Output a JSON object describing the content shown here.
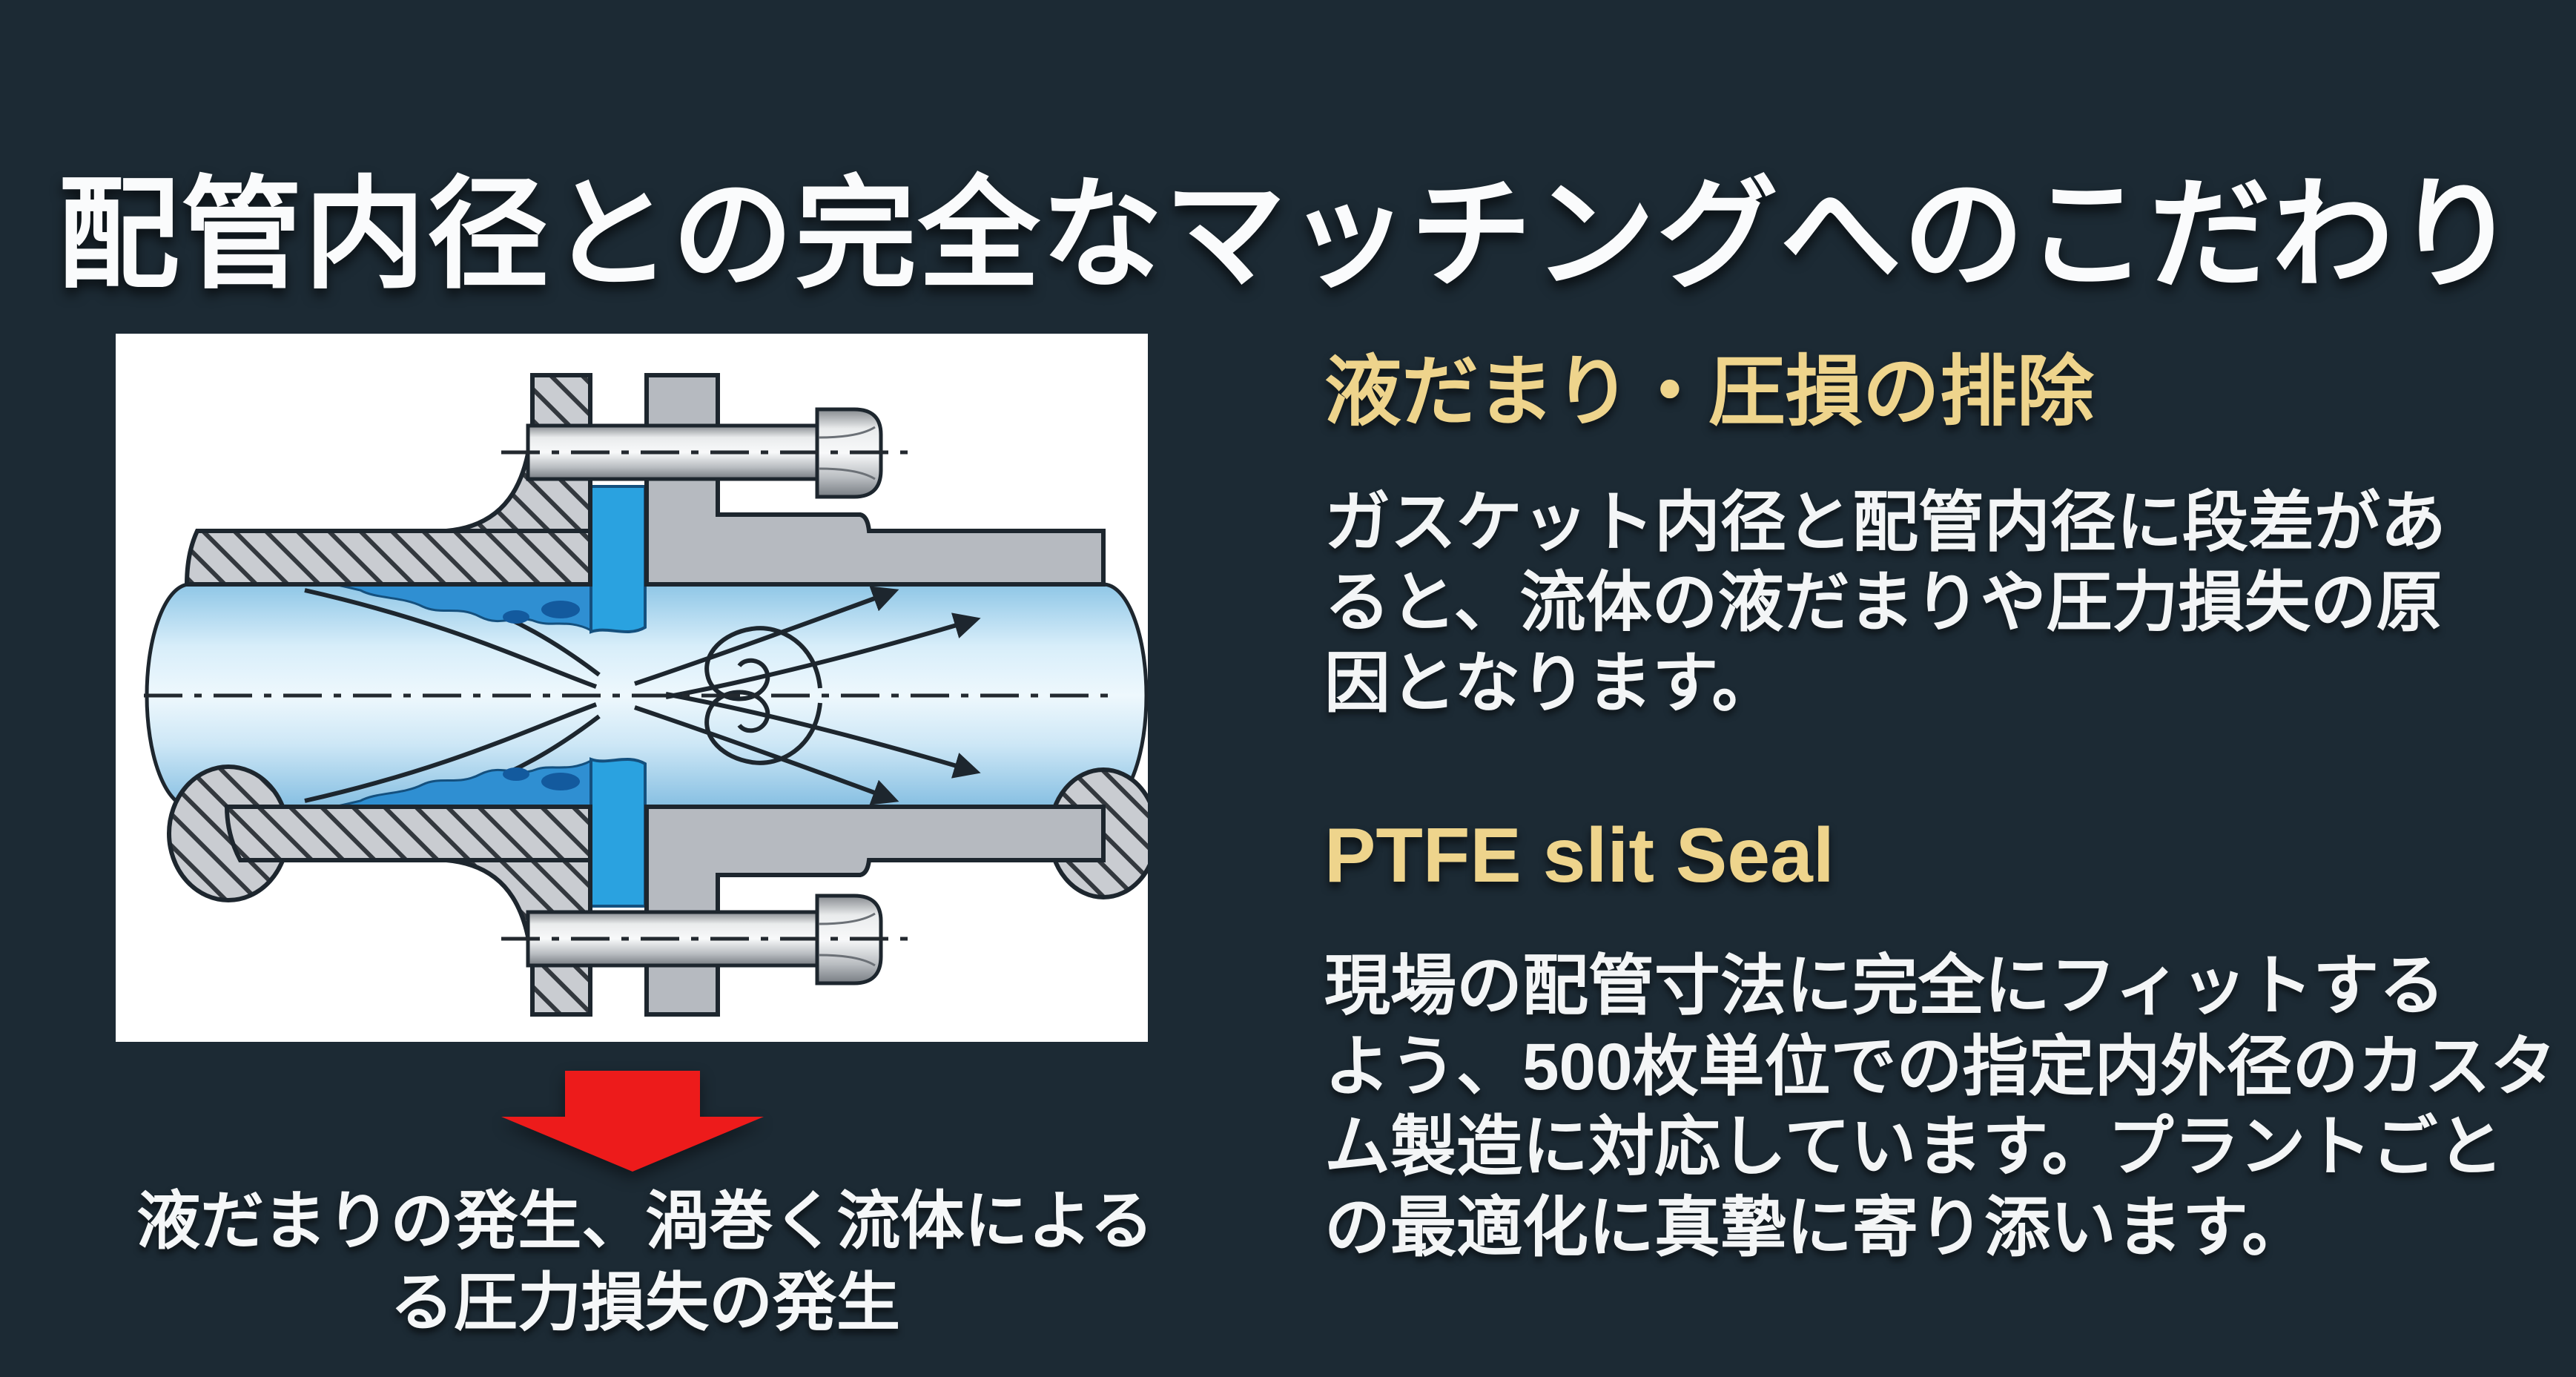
{
  "slide": {
    "title": "配管内径との完全なマッチングへのこだわり"
  },
  "figure": {
    "caption_lines": [
      "液だまりの発生、渦巻く流体による",
      "る圧力損失の発生"
    ]
  },
  "sections": [
    {
      "heading": "液だまり・圧損の排除",
      "body_lines": [
        "ガスケット内径と配管内径に段差があ",
        "ると、流体の液だまりや圧力損失の原",
        "因となります。"
      ]
    },
    {
      "heading": "PTFE slit Seal",
      "body_lines": [
        "現場の配管寸法に完全にフィットする",
        "よう、500枚単位での指定内外径のカスタ",
        "ム製造に対応しています。プラントごと",
        "の最適化に真摯に寄り添います。"
      ]
    }
  ],
  "colors": {
    "background": "#1c2a34",
    "heading_gold": "#eed48c",
    "arrow_red": "#ed1b1b",
    "panel_white": "#ffffff",
    "text_white": "#f4f6f7",
    "fluid_blue": "#bfe0f3",
    "gasket_blue": "#2aa2e0",
    "pool_blue": "#2f8fd2",
    "steel_gray": "#b6bac0"
  }
}
